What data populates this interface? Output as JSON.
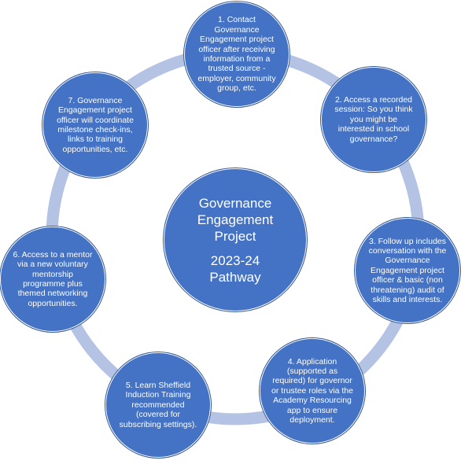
{
  "colors": {
    "node_fill": "#4472c4",
    "node_edge": "#2f5597",
    "ring": "#b4c2e3",
    "text": "#ffffff"
  },
  "center": {
    "title": "Governance\nEngagement\nProject",
    "subtitle": "2023-24\nPathway"
  },
  "steps": [
    {
      "text": "1. Contact\nGovernance\nEngagement project\nofficer after receiving\ninformation  from a\ntrusted source -\nemployer, community\ngroup, etc."
    },
    {
      "text": "2. Access a recorded\nsession: So you think\nyou might be\ninterested in school\ngovernance?"
    },
    {
      "text": "3. Follow up includes\nconversation with the\nGovernance\nEngagement project\nofficer & basic (non\nthreatening) audit of\nskills and interests."
    },
    {
      "text": "4. Application\n(supported as\nrequired) for governor\nor trustee roles via the\nAcademy Resourcing\napp to ensure\ndeployment."
    },
    {
      "text": "5. Learn Sheffield\nInduction Training\nrecommended\n(covered for\nsubscribing settings)."
    },
    {
      "text": "6. Access to a mentor\nvia a new voluntary\nmentorship\nprogramme plus\nthemed networking\nopportunities."
    },
    {
      "text": "7. Governance\nEngagement project\nofficer will coordinate\nmilestone check-ins,\nlinks to training\nopportunities, etc."
    }
  ]
}
